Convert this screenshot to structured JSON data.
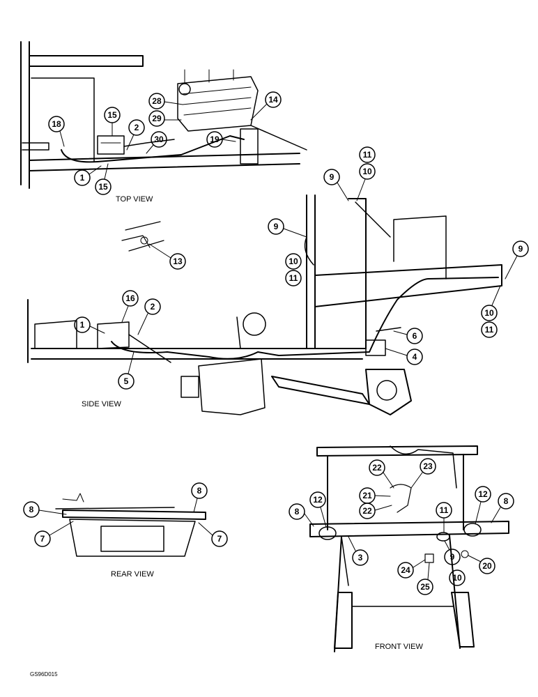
{
  "views": {
    "top": "TOP VIEW",
    "side": "SIDE VIEW",
    "rear": "REAR VIEW",
    "front": "FRONT VIEW"
  },
  "figure_code": "GS96D015",
  "callouts": [
    "1",
    "2",
    "3",
    "4",
    "5",
    "6",
    "7",
    "8",
    "9",
    "10",
    "11",
    "12",
    "13",
    "14",
    "15",
    "16",
    "18",
    "19",
    "20",
    "21",
    "22",
    "23",
    "24",
    "25",
    "28",
    "29",
    "30"
  ]
}
